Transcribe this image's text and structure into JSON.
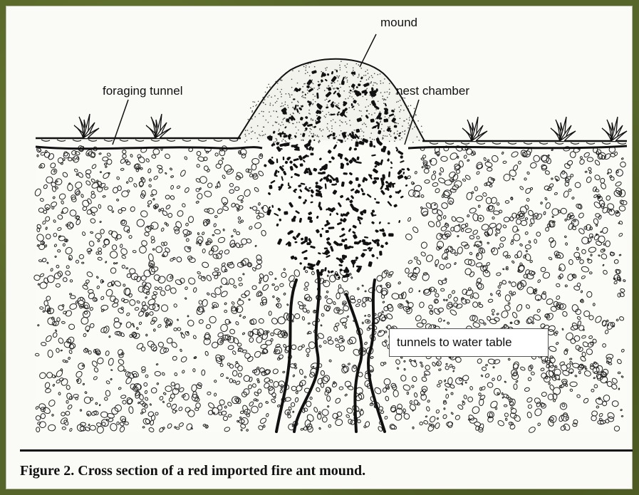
{
  "labels": {
    "mound": "mound",
    "foraging_tunnel": "foraging tunnel",
    "nest_chamber": "nest chamber",
    "tunnels_to_water_table": "tunnels to water table"
  },
  "caption": "Figure 2. Cross section of a red imported fire ant mound."
}
